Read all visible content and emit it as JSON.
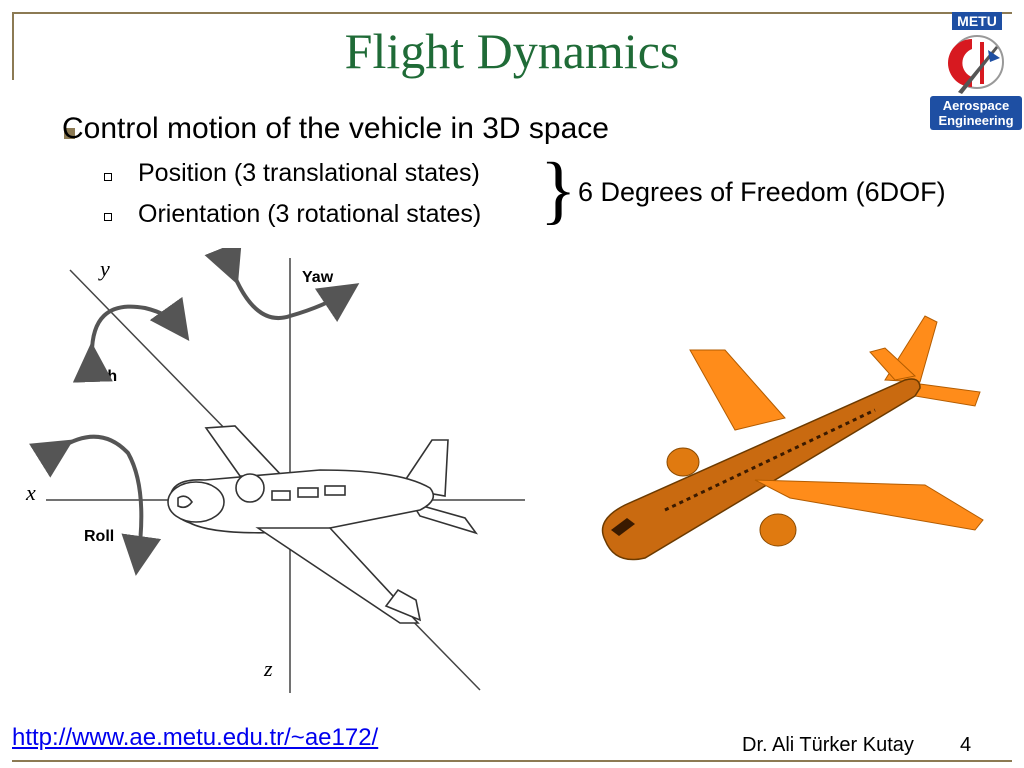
{
  "slide": {
    "title": "Flight Dynamics",
    "bullet_main": "Control motion of the vehicle in 3D space",
    "sub_bullets": [
      "Position (3 translational states)",
      "Orientation (3 rotational states)"
    ],
    "dof_label": "6 Degrees of Freedom (6DOF)"
  },
  "logo": {
    "top_text": "METU",
    "bottom_line1": "Aerospace",
    "bottom_line2": "Engineering"
  },
  "diagram": {
    "y_label": "y",
    "x_label": "x",
    "z_label": "z",
    "yaw_label": "Yaw",
    "pitch_label": "Pitch",
    "roll_label": "Roll"
  },
  "footer": {
    "link": "http://www.ae.metu.edu.tr/~ae172/",
    "author": "Dr. Ali Türker Kutay",
    "page": "4"
  },
  "colors": {
    "title": "#1f6b37",
    "accent": "#8c7a53",
    "plane": "#ff8c1a",
    "link": "#0000ee",
    "logo_red": "#d71920",
    "logo_blue": "#1e4fa3"
  }
}
